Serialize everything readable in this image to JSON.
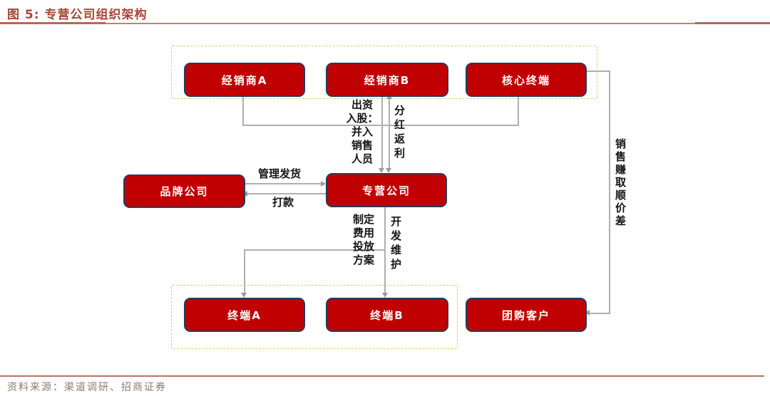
{
  "figure": {
    "title": "图 5: 专营公司组织架构",
    "source": "资料来源：渠道调研、招商证券"
  },
  "colors": {
    "node_fill": "#c00000",
    "node_border": "#283a5c",
    "node_text": "#ffffff",
    "group_dashed_border": "#e8c878",
    "connector": "#afafaf",
    "title_text": "#a8453a",
    "source_text": "#8d7c6c",
    "edge_label_text": "#141414"
  },
  "diagram": {
    "nodes": {
      "dealer_a": "经销商A",
      "dealer_b": "经销商B",
      "core_terminal": "核心终端",
      "brand_company": "品牌公司",
      "franchise_company": "专营公司",
      "terminal_a": "终端A",
      "terminal_b": "终端B",
      "group_customer": "团购客户"
    },
    "edge_labels": {
      "invest_shares": "出资\n入股：\n并入\n销售\n人员",
      "dividend_rebate": "分红返利",
      "manage_shipping": "管理发货",
      "payment": "打款",
      "fee_plan": "制定\n费用\n投放\n方案",
      "develop_maintain": "开发维护",
      "sales_price_margin": "销售赚取顺价差"
    }
  }
}
